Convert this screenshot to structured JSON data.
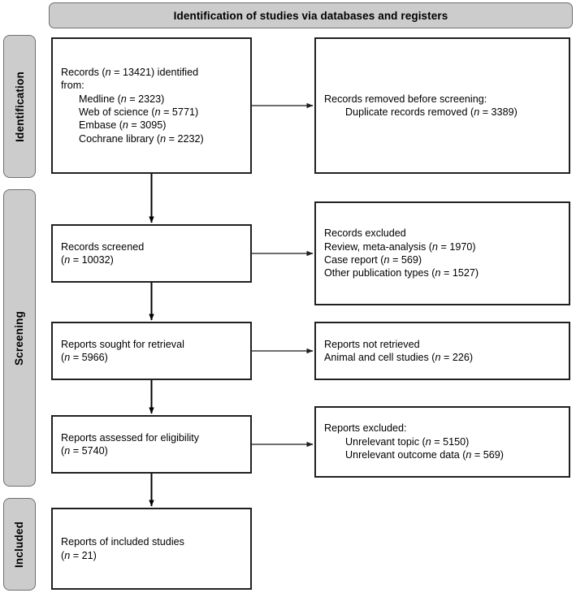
{
  "header": {
    "title": "Identification of studies via databases and registers"
  },
  "stages": [
    {
      "id": "identification",
      "label": "Identification"
    },
    {
      "id": "screening",
      "label": "Screening"
    },
    {
      "id": "included",
      "label": "Included"
    }
  ],
  "colors": {
    "banner_fill": "#cccccc",
    "banner_border": "#6f6f6f",
    "box_border": "#231f20",
    "box_fill": "#ffffff",
    "arrow_vertical": "#000000",
    "arrow_horizontal": "#6d6e71"
  },
  "boxes": {
    "records_identified": {
      "l1": "Records (",
      "l1_n": "n",
      "l1_end": " = 13421) identified",
      "l2": "from:",
      "sources": [
        {
          "name": "Medline (",
          "n": "n",
          "value": " = 2323)"
        },
        {
          "name": "Web of science (",
          "n": "n",
          "value": " = 5771)"
        },
        {
          "name": "Embase (",
          "n": "n",
          "value": " = 3095)"
        },
        {
          "name": "Cochrane library (",
          "n": "n",
          "value": " = 2232)"
        }
      ]
    },
    "records_removed": {
      "l1": "Records removed before screening:",
      "l2_pre": "Duplicate records removed  (",
      "l2_n": "n",
      "l2_post": " = 3389)"
    },
    "records_screened": {
      "l1": "Records screened",
      "l2_pre": "(",
      "l2_n": "n",
      "l2_post": " = 10032)"
    },
    "records_excluded": {
      "l1": "Records excluded",
      "l2_pre": "Review, meta-analysis (",
      "l2_n": "n",
      "l2_post": " = 1970)",
      "l3_pre": "Case report (",
      "l3_n": "n",
      "l3_post": " = 569)",
      "l4_pre": "Other publication types (",
      "l4_n": "n",
      "l4_post": " = 1527)"
    },
    "reports_sought": {
      "l1": "Reports sought for retrieval",
      "l2_pre": "(",
      "l2_n": "n",
      "l2_post": " = 5966)"
    },
    "reports_not_retrieved": {
      "l1": "Reports not retrieved",
      "l2_pre": "Animal and cell studies (",
      "l2_n": "n",
      "l2_post": " = 226)"
    },
    "reports_assessed": {
      "l1": "Reports assessed for eligibility",
      "l2_pre": "(",
      "l2_n": "n",
      "l2_post": " = 5740)"
    },
    "reports_excluded": {
      "l1": "Reports excluded:",
      "l2_pre": "Unrelevant topic (",
      "l2_n": "n",
      "l2_post": " = 5150)",
      "l3_pre": "Unrelevant outcome data (",
      "l3_n": "n",
      "l3_post": " = 569)"
    },
    "reports_included": {
      "l1": "Reports of included studies",
      "l2_pre": "(",
      "l2_n": "n",
      "l2_post": " = 21)"
    }
  }
}
